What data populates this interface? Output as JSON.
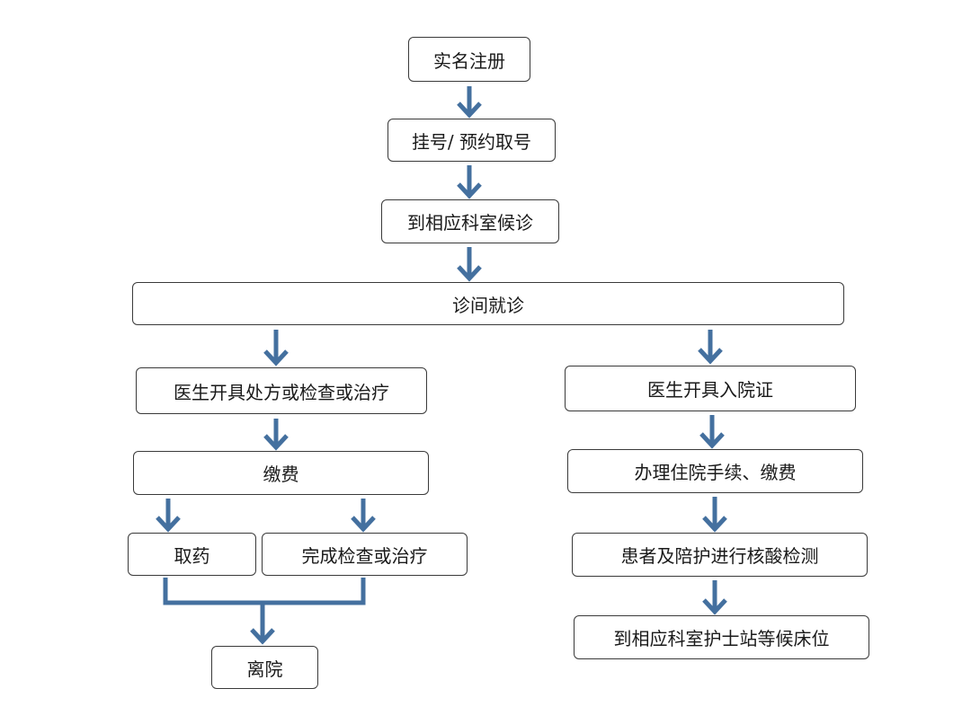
{
  "colors": {
    "arrow": "#44709f",
    "border": "#3a3a3a",
    "text": "#1a1a1a"
  },
  "nodes": {
    "register": "实名注册",
    "appointment": "挂号/  预约取号",
    "wait_dept": "到相应科室候诊",
    "consult": "诊间就诊",
    "prescription": "医生开具处方或检查或治疗",
    "pay": "缴费",
    "get_medicine": "取药",
    "finish_treatment": "完成检查或治疗",
    "leave": "离院",
    "admission_cert": "医生开具入院证",
    "admission_procedure": "办理住院手续、缴费",
    "nucleic_test": "患者及陪护进行核酸检测",
    "wait_bed": "到相应科室护士站等候床位"
  }
}
